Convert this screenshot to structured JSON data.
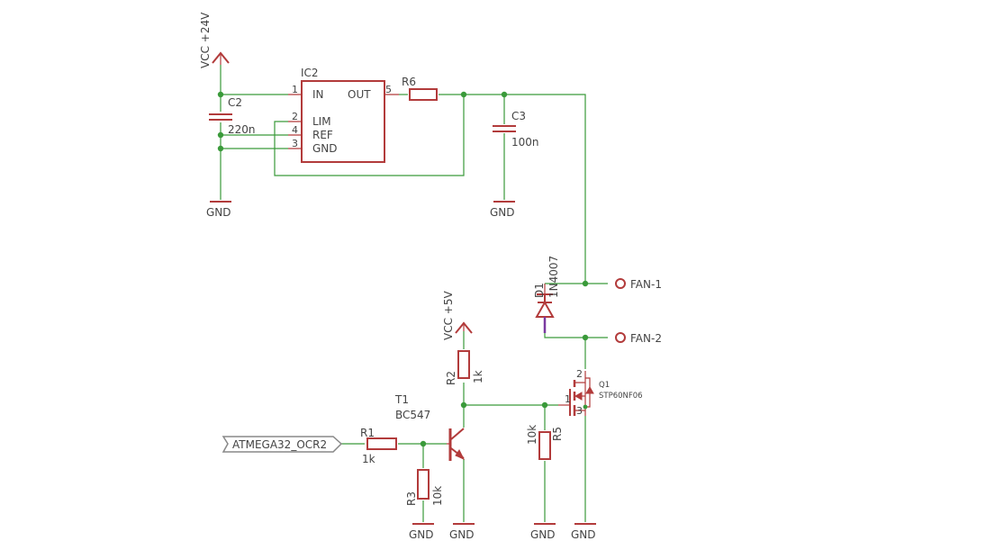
{
  "colors": {
    "wire": "#3a9a3a",
    "device": "#b23b3b",
    "text": "#444444",
    "background": "#ffffff"
  },
  "labels": {
    "vcc24": "VCC +24V",
    "vcc5": "VCC +5V",
    "ic2": "IC2",
    "ic2_in": "IN",
    "ic2_out": "OUT",
    "ic2_lim": "LIM",
    "ic2_ref": "REF",
    "ic2_gnd": "GND",
    "pin1": "1",
    "pin2": "2",
    "pin4": "4",
    "pin3": "3",
    "pin5": "5",
    "r6": "R6",
    "c2": "C2",
    "c2_val": "220n",
    "c3": "C3",
    "c3_val": "100n",
    "d1": "D1",
    "d1_val": "1N4007",
    "fan1": "FAN-1",
    "fan2": "FAN-2",
    "r2": "R2",
    "r2_val": "1k",
    "t1": "T1",
    "t1_val": "BC547",
    "q1": "Q1",
    "q1_val": "STP60NF06",
    "q1_pin1": "1",
    "q1_pin2": "2",
    "q1_pin3": "3",
    "r1": "R1",
    "r1_val": "1k",
    "r3": "R3",
    "r3_val": "10k",
    "r5": "R5",
    "r5_val": "10k",
    "input_port": "ATMEGA32_OCR2",
    "gnd": "GND"
  }
}
